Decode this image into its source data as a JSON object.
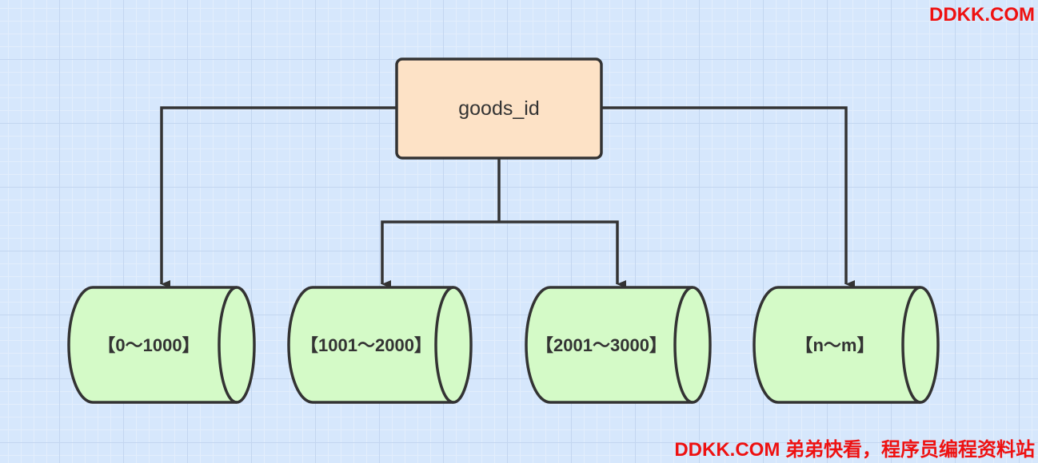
{
  "root": {
    "label": "goods_id",
    "fill": "#fde2c6"
  },
  "partitions": [
    {
      "label": "【0～1000】"
    },
    {
      "label": "【1001～2000】"
    },
    {
      "label": "【2001～3000】"
    },
    {
      "label": "【n～m】"
    }
  ],
  "colors": {
    "partition_fill": "#d4fac7",
    "stroke": "#333333",
    "watermark": "#ee1111"
  },
  "watermarks": {
    "top": "DDKK.COM",
    "bottom": "DDKK.COM 弟弟快看，程序员编程资料站"
  }
}
